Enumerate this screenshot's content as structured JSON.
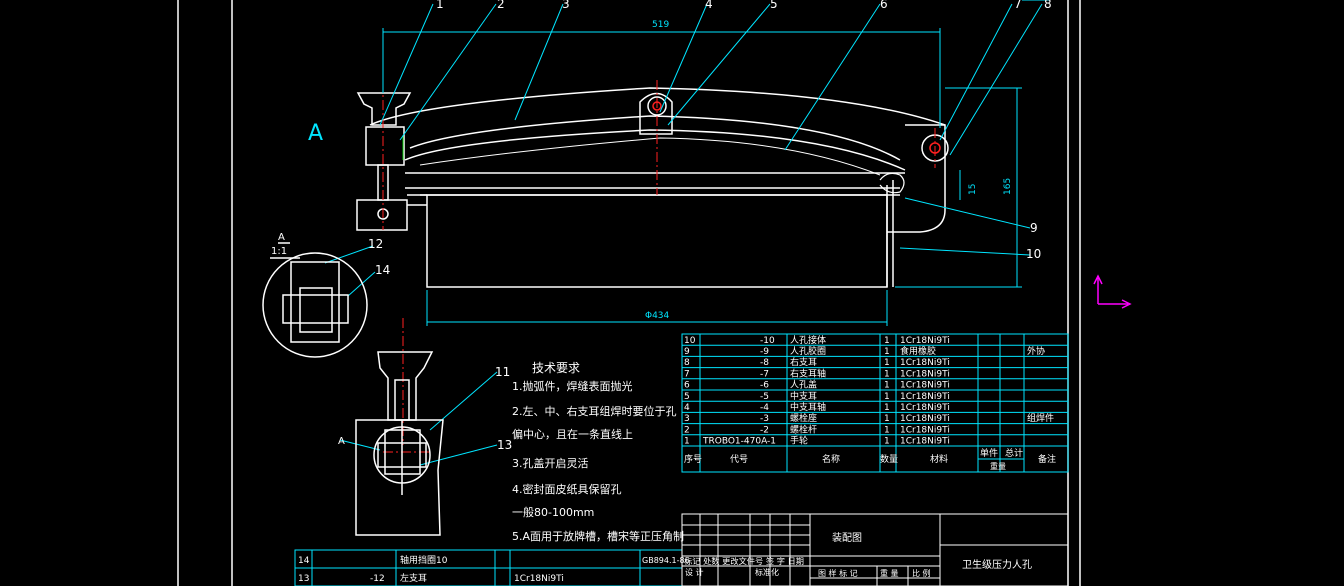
{
  "colors": {
    "background": "#000000",
    "outline": "#ffffff",
    "dimension": "#00e5ff",
    "centerline": "#ff2020",
    "accent": "#00c000",
    "ucs_icon": "#ff00ff",
    "table_line": "#00e5ff",
    "table_text": "#ffffff"
  },
  "view_label": "A",
  "section_label": {
    "name": "A",
    "scale": "1:1"
  },
  "section_mark": "A",
  "dimensions": {
    "width_top": "519",
    "diameter": "Φ434",
    "height": "165",
    "small": "15"
  },
  "balloons": [
    "1",
    "2",
    "3",
    "4",
    "5",
    "6",
    "7",
    "8",
    "9",
    "10",
    "11",
    "12",
    "13",
    "14"
  ],
  "tech_requirements": {
    "title": "技术要求",
    "items": [
      "1.抛弧件，焊缝表面抛光",
      "2.左、中、右支耳组焊时要位于孔",
      "   偏中心，且在一条直线上",
      "3.孔盖开启灵活",
      "4.密封面皮纸具保留孔",
      "   一般80-100mm",
      "5.A面用于放牌槽，槽宋等正压角制"
    ]
  },
  "parts_table": {
    "headers": [
      "序号",
      "代号",
      "名称",
      "数量",
      "材料",
      "单件",
      "总计",
      "备注"
    ],
    "weight_label": "重量",
    "rows": [
      {
        "no": "10",
        "code": "-10",
        "name": "人孔接体",
        "qty": "1",
        "mat": "1Cr18Ni9Ti",
        "note": ""
      },
      {
        "no": "9",
        "code": "-9",
        "name": "人孔胶圈",
        "qty": "1",
        "mat": "食用橡胶",
        "note": "外协"
      },
      {
        "no": "8",
        "code": "-8",
        "name": "右支耳",
        "qty": "1",
        "mat": "1Cr18Ni9Ti",
        "note": ""
      },
      {
        "no": "7",
        "code": "-7",
        "name": "右支耳轴",
        "qty": "1",
        "mat": "1Cr18Ni9Ti",
        "note": ""
      },
      {
        "no": "6",
        "code": "-6",
        "name": "人孔盖",
        "qty": "1",
        "mat": "1Cr18Ni9Ti",
        "note": ""
      },
      {
        "no": "5",
        "code": "-5",
        "name": "中支耳",
        "qty": "1",
        "mat": "1Cr18Ni9Ti",
        "note": ""
      },
      {
        "no": "4",
        "code": "-4",
        "name": "中支耳轴",
        "qty": "1",
        "mat": "1Cr18Ni9Ti",
        "note": ""
      },
      {
        "no": "3",
        "code": "-3",
        "name": "螺栓座",
        "qty": "1",
        "mat": "1Cr18Ni9Ti",
        "note": "组焊件"
      },
      {
        "no": "2",
        "code": "-2",
        "name": "螺栓杆",
        "qty": "1",
        "mat": "1Cr18Ni9Ti",
        "note": ""
      },
      {
        "no": "1",
        "code": "TROBO1-470A-1",
        "name": "手轮",
        "qty": "1",
        "mat": "1Cr18Ni9Ti",
        "note": ""
      }
    ]
  },
  "lower_table": {
    "rows": [
      {
        "no": "14",
        "code": "",
        "name": "轴用挡圈10",
        "qty": "",
        "mat": "",
        "note": "GB894.1-86"
      },
      {
        "no": "13",
        "code": "-12",
        "name": "左支耳",
        "qty": "",
        "mat": "1Cr18Ni9Ti",
        "note": ""
      }
    ]
  },
  "title_block": {
    "drawing_type": "装配图",
    "title": "卫生级压力人孔",
    "revision_row": "标记 处数 更改文件号 签 字 日期",
    "design_label": "设 计",
    "standard_label": "标准化",
    "stage_label": "图 样 标 记",
    "weight_label": "重 量",
    "scale_label": "比 例"
  }
}
